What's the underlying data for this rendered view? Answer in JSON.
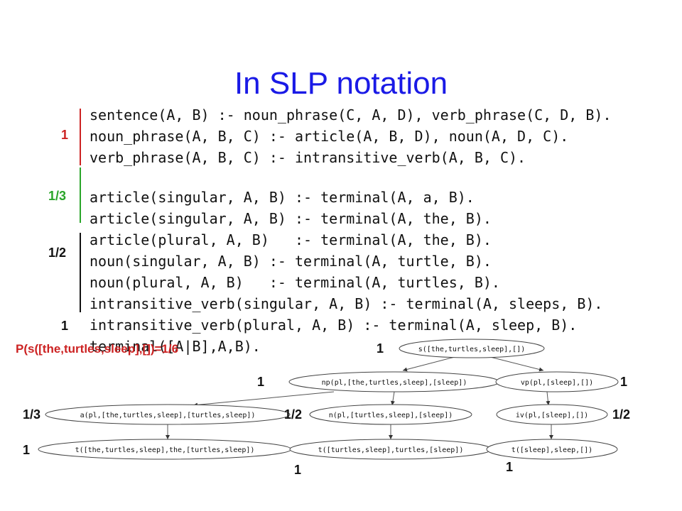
{
  "title": "In SLP notation",
  "code_lines": [
    "sentence(A, B) :- noun_phrase(C, A, D), verb_phrase(C, D, B).",
    "noun_phrase(A, B, C) :- article(A, B, D), noun(A, D, C).",
    "verb_phrase(A, B, C) :- intransitive_verb(A, B, C).",
    "article(singular, A, B) :- terminal(A, a, B).",
    "article(singular, A, B) :- terminal(A, the, B).",
    "article(plural, A, B)   :- terminal(A, the, B).",
    "noun(singular, A, B) :- terminal(A, turtle, B).",
    "noun(plural, A, B)   :- terminal(A, turtles, B).",
    "intransitive_verb(singular, A, B) :- terminal(A, sleeps, B).",
    "intransitive_verb(plural, A, B) :- terminal(A, sleep, B).",
    "terminal([A|B],A,B)."
  ],
  "group_probs": {
    "g1": "1",
    "g2": "1/3",
    "g3": "1/2",
    "g4": "1"
  },
  "colors": {
    "title": "#1a1ae6",
    "red": "#cc2222",
    "green": "#2aa52a",
    "black": "#111111"
  },
  "equation": "P(s([the,turtles,sleep],[])=1/6",
  "tree": {
    "nodes": {
      "s": "s([the,turtles,sleep],[])",
      "np": "np(pl,[the,turtles,sleep],[sleep])",
      "vp": "vp(pl,[sleep],[])",
      "a": "a(pl,[the,turtles,sleep],[turtles,sleep])",
      "n": "n(pl,[turtles,sleep],[sleep])",
      "iv": "iv(pl,[sleep],[])",
      "t1": "t([the,turtles,sleep],the,[turtles,sleep])",
      "t2": "t([turtles,sleep],turtles,[sleep])",
      "t3": "t([sleep],sleep,[])"
    },
    "probs": {
      "s": "1",
      "np": "1",
      "vp": "1",
      "a": "1/3",
      "n": "1/2",
      "iv": "1/2",
      "t1": "1",
      "t2": "1",
      "t3": "1"
    }
  }
}
